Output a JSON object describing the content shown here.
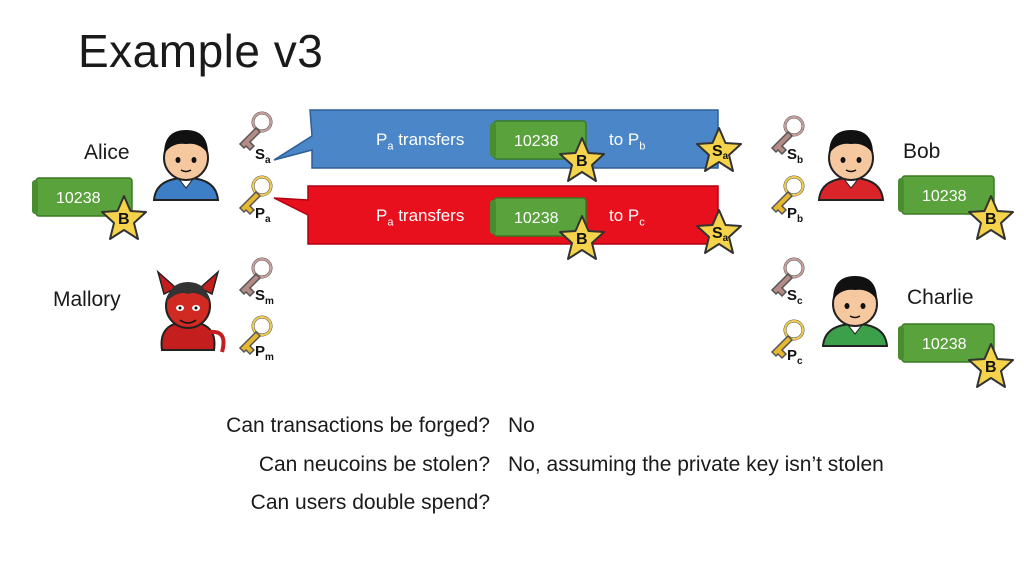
{
  "title": "Example v3",
  "people": {
    "alice": {
      "name": "Alice",
      "secret_key": "S",
      "secret_sub": "a",
      "public_key": "P",
      "public_sub": "a"
    },
    "bob": {
      "name": "Bob",
      "secret_key": "S",
      "secret_sub": "b",
      "public_key": "P",
      "public_sub": "b"
    },
    "mallory": {
      "name": "Mallory",
      "secret_key": "S",
      "secret_sub": "m",
      "public_key": "P",
      "public_sub": "m"
    },
    "charlie": {
      "name": "Charlie",
      "secret_key": "S",
      "secret_sub": "c",
      "public_key": "P",
      "public_sub": "c"
    }
  },
  "coin": {
    "value": "10238",
    "badge": "B"
  },
  "transactions": [
    {
      "prefix": "P",
      "prefix_sub": "a",
      "text": " transfers",
      "coin": "10238",
      "to": "to P",
      "to_sub": "b",
      "sig": "S",
      "sig_sub": "a",
      "color": "#4a86c8"
    },
    {
      "prefix": "P",
      "prefix_sub": "a",
      "text": " transfers",
      "coin": "10238",
      "to": "to P",
      "to_sub": "c",
      "sig": "S",
      "sig_sub": "a",
      "color": "#e8101c"
    }
  ],
  "qa": [
    {
      "q": "Can transactions be forged?",
      "a": "No"
    },
    {
      "q": "Can neucoins be stolen?",
      "a": "No, assuming the private key isn’t stolen"
    },
    {
      "q": "Can users double spend?",
      "a": ""
    }
  ],
  "colors": {
    "coin": "#5aa23c",
    "star": "#f5d34a",
    "secret_key": "#b58b86",
    "public_key": "#e6b830"
  }
}
